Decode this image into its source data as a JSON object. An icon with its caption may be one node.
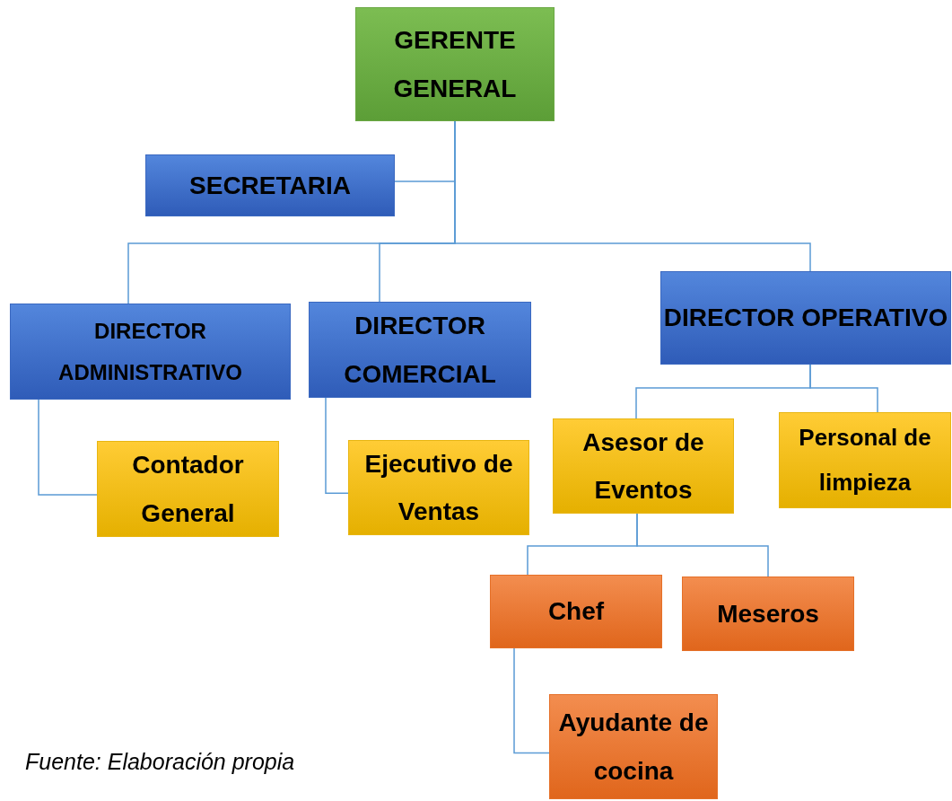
{
  "diagram": {
    "caption": "Fuente: Elaboración propia",
    "nodes": [
      {
        "text": [
          "GERENTE GENERAL"
        ]
      },
      {
        "text": [
          "SECRETARIA"
        ]
      },
      {
        "text": [
          "DIRECTOR ADMINISTRATIVO"
        ]
      },
      {
        "text": [
          "DIRECTOR COMERCIAL"
        ]
      },
      {
        "text": [
          "DIRECTOR OPERATIVO"
        ]
      },
      {
        "text": [
          "Contador General"
        ]
      },
      {
        "text": [
          "Ejecutivo de Ventas"
        ]
      },
      {
        "text": [
          "Asesor de Eventos"
        ]
      },
      {
        "text": [
          "Personal de limpieza"
        ]
      },
      {
        "text": [
          "Chef"
        ]
      },
      {
        "text": [
          "Meseros"
        ]
      },
      {
        "text": [
          "Ayudante de cocina"
        ]
      }
    ],
    "edges": [
      {
        "from": 0,
        "to": 1,
        "arrow": "none"
      },
      {
        "from": 0,
        "to": 2,
        "arrow": "none"
      },
      {
        "from": 0,
        "to": 3,
        "arrow": "none"
      },
      {
        "from": 0,
        "to": 4,
        "arrow": "none"
      },
      {
        "from": 2,
        "to": 5,
        "arrow": "none"
      },
      {
        "from": 3,
        "to": 6,
        "arrow": "none"
      },
      {
        "from": 4,
        "to": 7,
        "arrow": "none"
      },
      {
        "from": 4,
        "to": 8,
        "arrow": "none"
      },
      {
        "from": 7,
        "to": 9,
        "arrow": "none"
      },
      {
        "from": 7,
        "to": 10,
        "arrow": "none"
      },
      {
        "from": 9,
        "to": 11,
        "arrow": "none"
      }
    ]
  }
}
